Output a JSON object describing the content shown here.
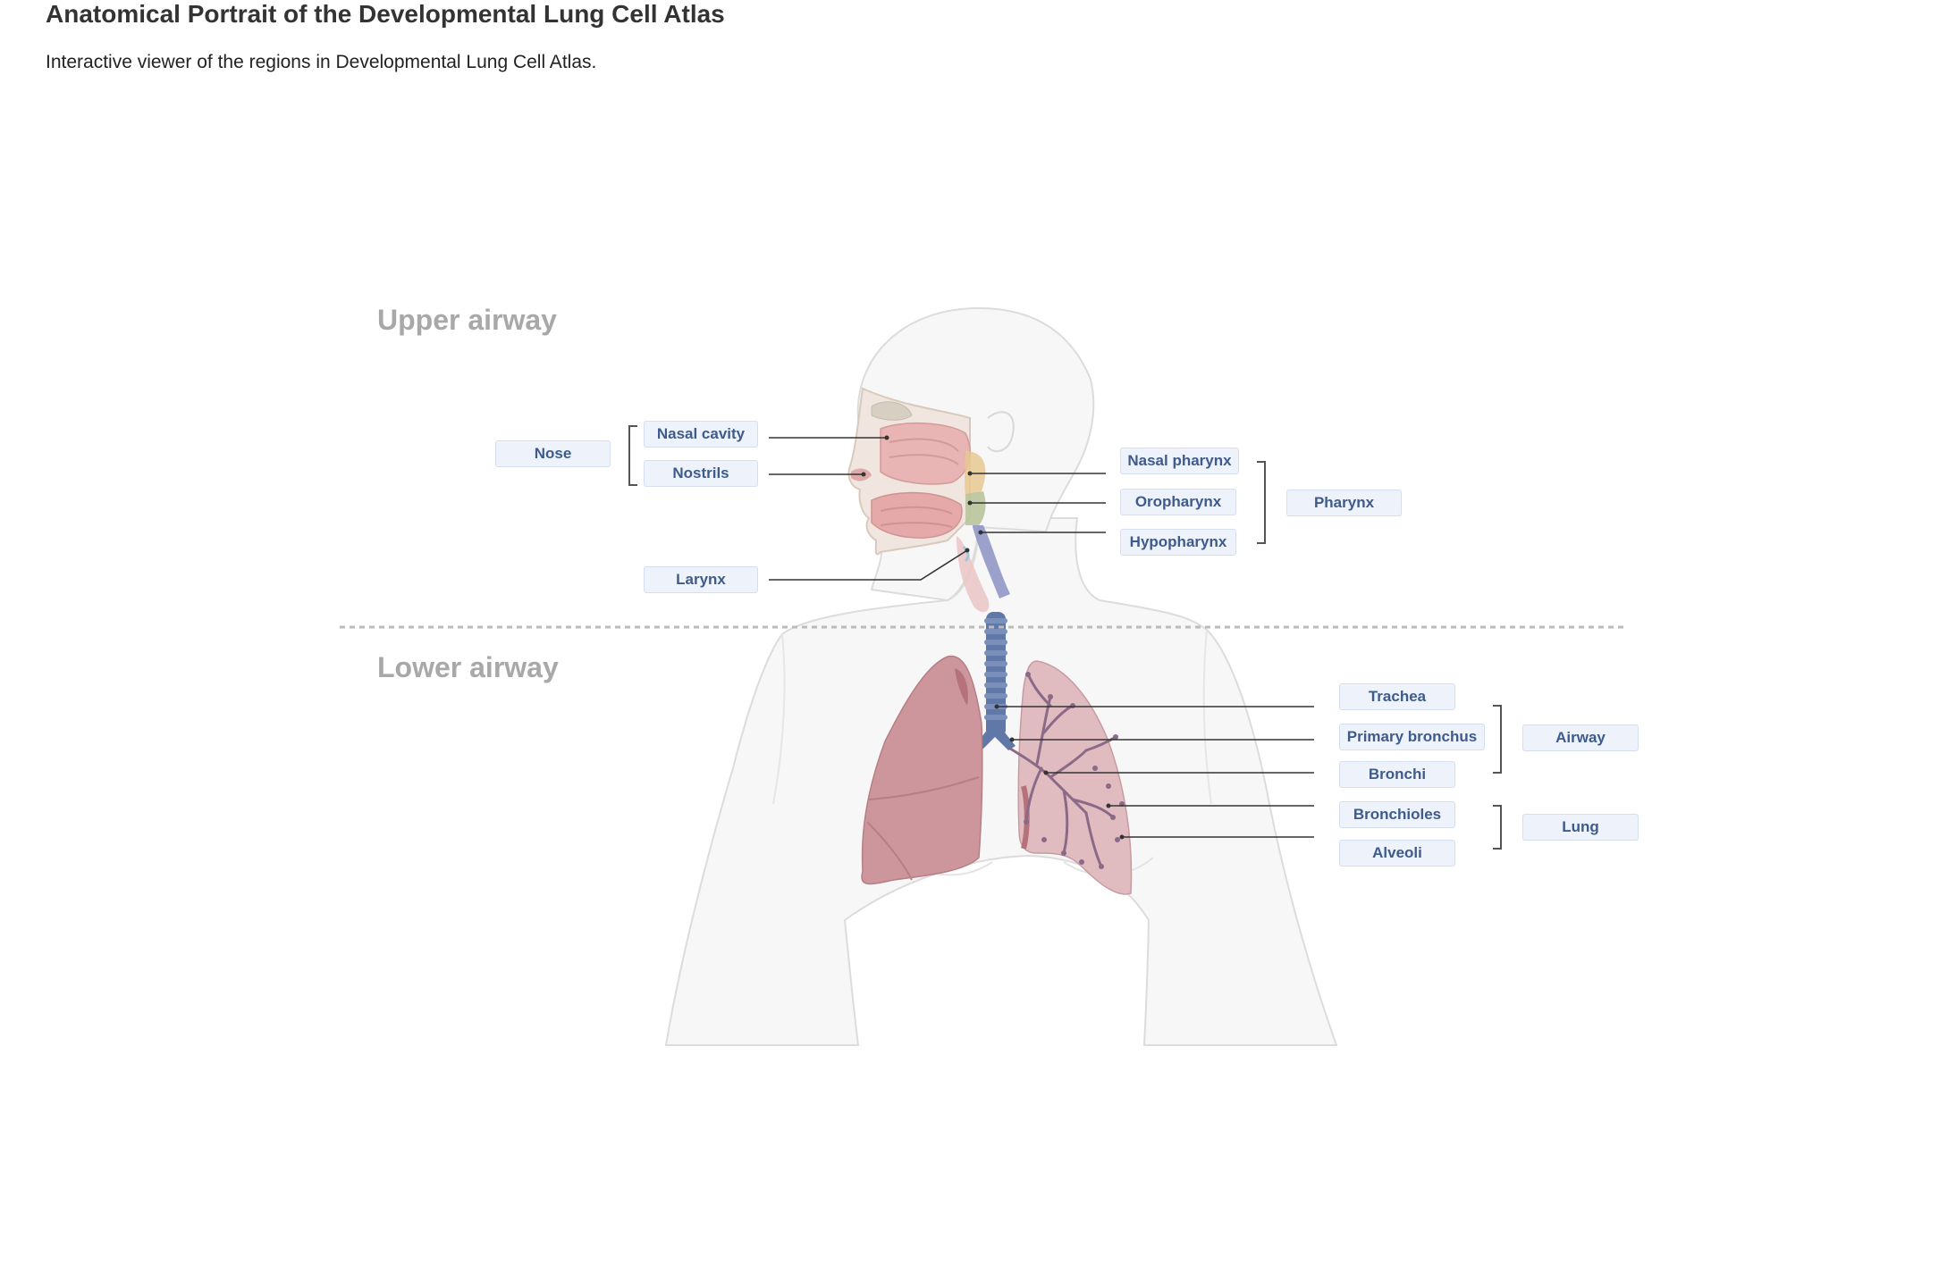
{
  "page": {
    "title": "Anatomical Portrait of the Developmental Lung Cell Atlas",
    "subtitle": "Interactive viewer of the regions in Developmental Lung Cell Atlas."
  },
  "sections": {
    "upper": "Upper airway",
    "lower": "Lower airway"
  },
  "regions": {
    "nose": "Nose",
    "nasal_cavity": "Nasal cavity",
    "nostrils": "Nostrils",
    "larynx": "Larynx",
    "nasal_pharynx": "Nasal pharynx",
    "oropharynx": "Oropharynx",
    "hypopharynx": "Hypopharynx",
    "pharynx": "Pharynx",
    "trachea": "Trachea",
    "primary_bronchus": "Primary bronchus",
    "bronchi": "Bronchi",
    "bronchioles": "Bronchioles",
    "alveoli": "Alveoli",
    "airway": "Airway",
    "lung": "Lung"
  },
  "colors": {
    "label_bg": "#edf2fb",
    "label_text": "#3e5b8c",
    "section_title": "#a8a8a8",
    "body_fill": "#f7f7f7",
    "lung": "#cc969c",
    "trachea": "#5f78a8"
  }
}
